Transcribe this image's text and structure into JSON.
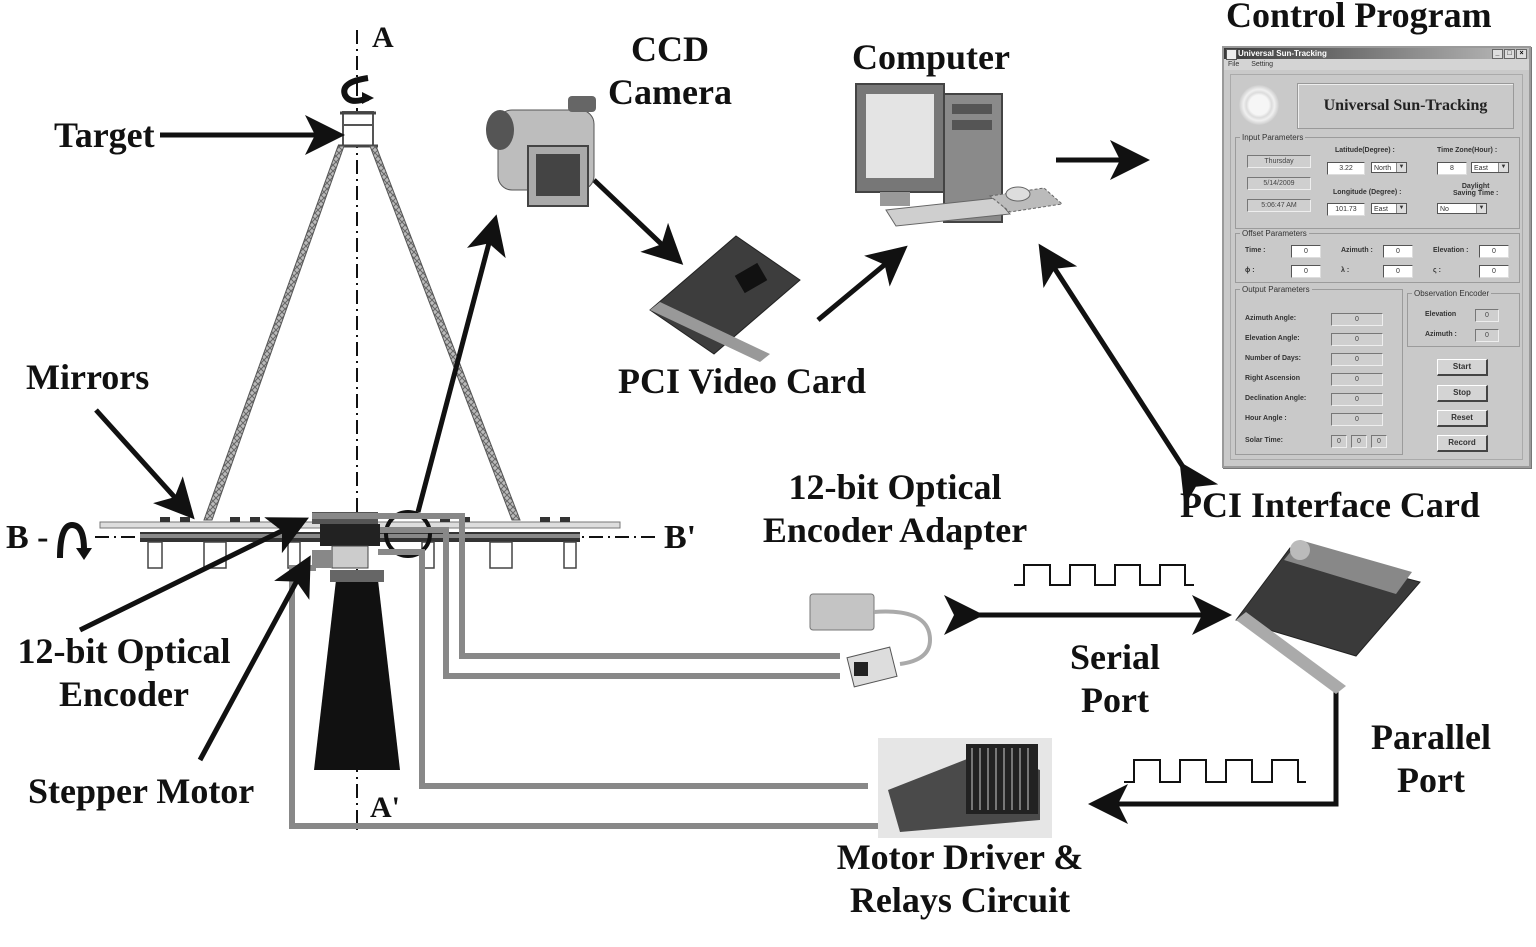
{
  "labels": {
    "target": "Target",
    "axis_a": "A",
    "axis_a_prime": "A'",
    "axis_b": "B -",
    "axis_b_prime": "B'",
    "mirrors": "Mirrors",
    "optical_encoder_line1": "12-bit Optical",
    "optical_encoder_line2": "Encoder",
    "stepper_motor": "Stepper Motor",
    "ccd_camera_line1": "CCD",
    "ccd_camera_line2": "Camera",
    "computer": "Computer",
    "pci_video_card": "PCI Video Card",
    "control_program": "Control Program",
    "pci_interface_card": "PCI Interface Card",
    "encoder_adapter_line1": "12-bit Optical",
    "encoder_adapter_line2": "Encoder Adapter",
    "serial_port_line1": "Serial",
    "serial_port_line2": "Port",
    "parallel_port_line1": "Parallel",
    "parallel_port_line2": "Port",
    "motor_driver_line1": "Motor Driver &",
    "motor_driver_line2": "Relays Circuit"
  },
  "control_window": {
    "title": "Universal Sun-Tracking",
    "window_buttons": [
      "_",
      "□",
      "×"
    ],
    "menu": [
      "File",
      "Setting"
    ],
    "banner": "Universal Sun-Tracking",
    "logo_icon": "sun-face-icon",
    "input_parameters": {
      "legend": "Input Parameters",
      "day": "Thursday",
      "date": "5/14/2009",
      "time": "5:06:47 AM",
      "latitude_label": "Latitude(Degree) :",
      "latitude_value": "3.22",
      "latitude_dir": "North",
      "longitude_label": "Longitude (Degree) :",
      "longitude_value": "101.73",
      "longitude_dir": "East",
      "timezone_label": "Time Zone(Hour) :",
      "timezone_value": "8",
      "timezone_dir": "East",
      "dst_label_line1": "Daylight",
      "dst_label_line2": "Saving Time :",
      "dst_value": "No"
    },
    "offset_parameters": {
      "legend": "Offset Parameters",
      "fields": [
        {
          "label": "Time :",
          "value": "0"
        },
        {
          "label": "Azimuth :",
          "value": "0"
        },
        {
          "label": "Elevation :",
          "value": "0"
        },
        {
          "label": "ϕ :",
          "value": "0"
        },
        {
          "label": "λ :",
          "value": "0"
        },
        {
          "label": "ς :",
          "value": "0"
        }
      ]
    },
    "output_parameters": {
      "legend": "Output Parameters",
      "fields": [
        {
          "label": "Azimuth Angle:",
          "value": "0"
        },
        {
          "label": "Elevation Angle:",
          "value": "0"
        },
        {
          "label": "Number of Days:",
          "value": "0"
        },
        {
          "label": "Right Ascension",
          "value": "0"
        },
        {
          "label": "Declination Angle:",
          "value": "0"
        },
        {
          "label": "Hour Angle :",
          "value": "0"
        }
      ],
      "solar_time_label": "Solar Time:",
      "solar_time": [
        "0",
        "0",
        "0"
      ]
    },
    "observation_encoder": {
      "legend": "Observation Encoder",
      "elevation_label": "Elevation",
      "elevation_value": "0",
      "azimuth_label": "Azimuth :",
      "azimuth_value": "0"
    },
    "buttons": {
      "start": "Start",
      "stop": "Stop",
      "reset": "Reset",
      "record": "Record"
    }
  }
}
